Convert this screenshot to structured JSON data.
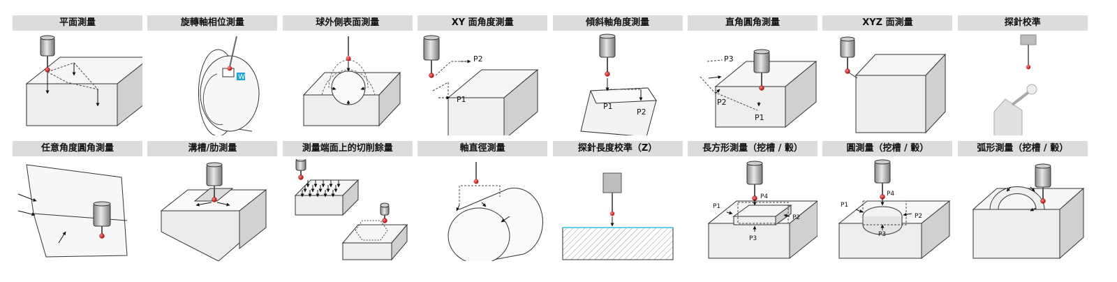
{
  "rows": [
    {
      "tiles": [
        {
          "title": "平面測量",
          "icon": "plane-measurement-icon",
          "labels": []
        },
        {
          "title": "旋轉軸相位測量",
          "icon": "rotary-axis-phase-icon",
          "labels": [
            "W"
          ]
        },
        {
          "title": "球外側表面測量",
          "icon": "sphere-surface-icon",
          "labels": []
        },
        {
          "title": "XY 面角度測量",
          "icon": "xy-plane-angle-icon",
          "labels": [
            "P2",
            "P1"
          ]
        },
        {
          "title": "傾斜軸角度測量",
          "icon": "tilted-axis-angle-icon",
          "labels": [
            "P1",
            "P2"
          ]
        },
        {
          "title": "直角圓角測量",
          "icon": "right-angle-corner-icon",
          "labels": [
            "P3",
            "P2",
            "P1"
          ]
        },
        {
          "title": "XYZ 面測量",
          "icon": "xyz-plane-icon",
          "labels": []
        },
        {
          "title": "探針校準",
          "icon": "probe-calibration-icon",
          "labels": []
        }
      ]
    },
    {
      "tiles": [
        {
          "title": "任意角度圓角測量",
          "icon": "arbitrary-angle-corner-icon",
          "labels": []
        },
        {
          "title": "溝槽/肋測量",
          "icon": "groove-rib-icon",
          "labels": []
        },
        {
          "title": "測量端面上的切削餘量",
          "icon": "end-face-allowance-icon",
          "labels": []
        },
        {
          "title": "軸直徑測量",
          "icon": "shaft-diameter-icon",
          "labels": []
        },
        {
          "title": "探針長度校準（Z）",
          "icon": "probe-length-calibration-icon",
          "labels": []
        },
        {
          "title": "長方形測量（挖槽 / 轂）",
          "icon": "rectangle-pocket-boss-icon",
          "labels": [
            "P4",
            "P1",
            "P2",
            "P3"
          ]
        },
        {
          "title": "圓測量（挖槽 / 轂）",
          "icon": "circle-pocket-boss-icon",
          "labels": [
            "P4",
            "P1",
            "P2",
            "P3"
          ]
        },
        {
          "title": "弧形測量（挖槽 / 轂）",
          "icon": "arc-pocket-boss-icon",
          "labels": []
        }
      ]
    }
  ]
}
